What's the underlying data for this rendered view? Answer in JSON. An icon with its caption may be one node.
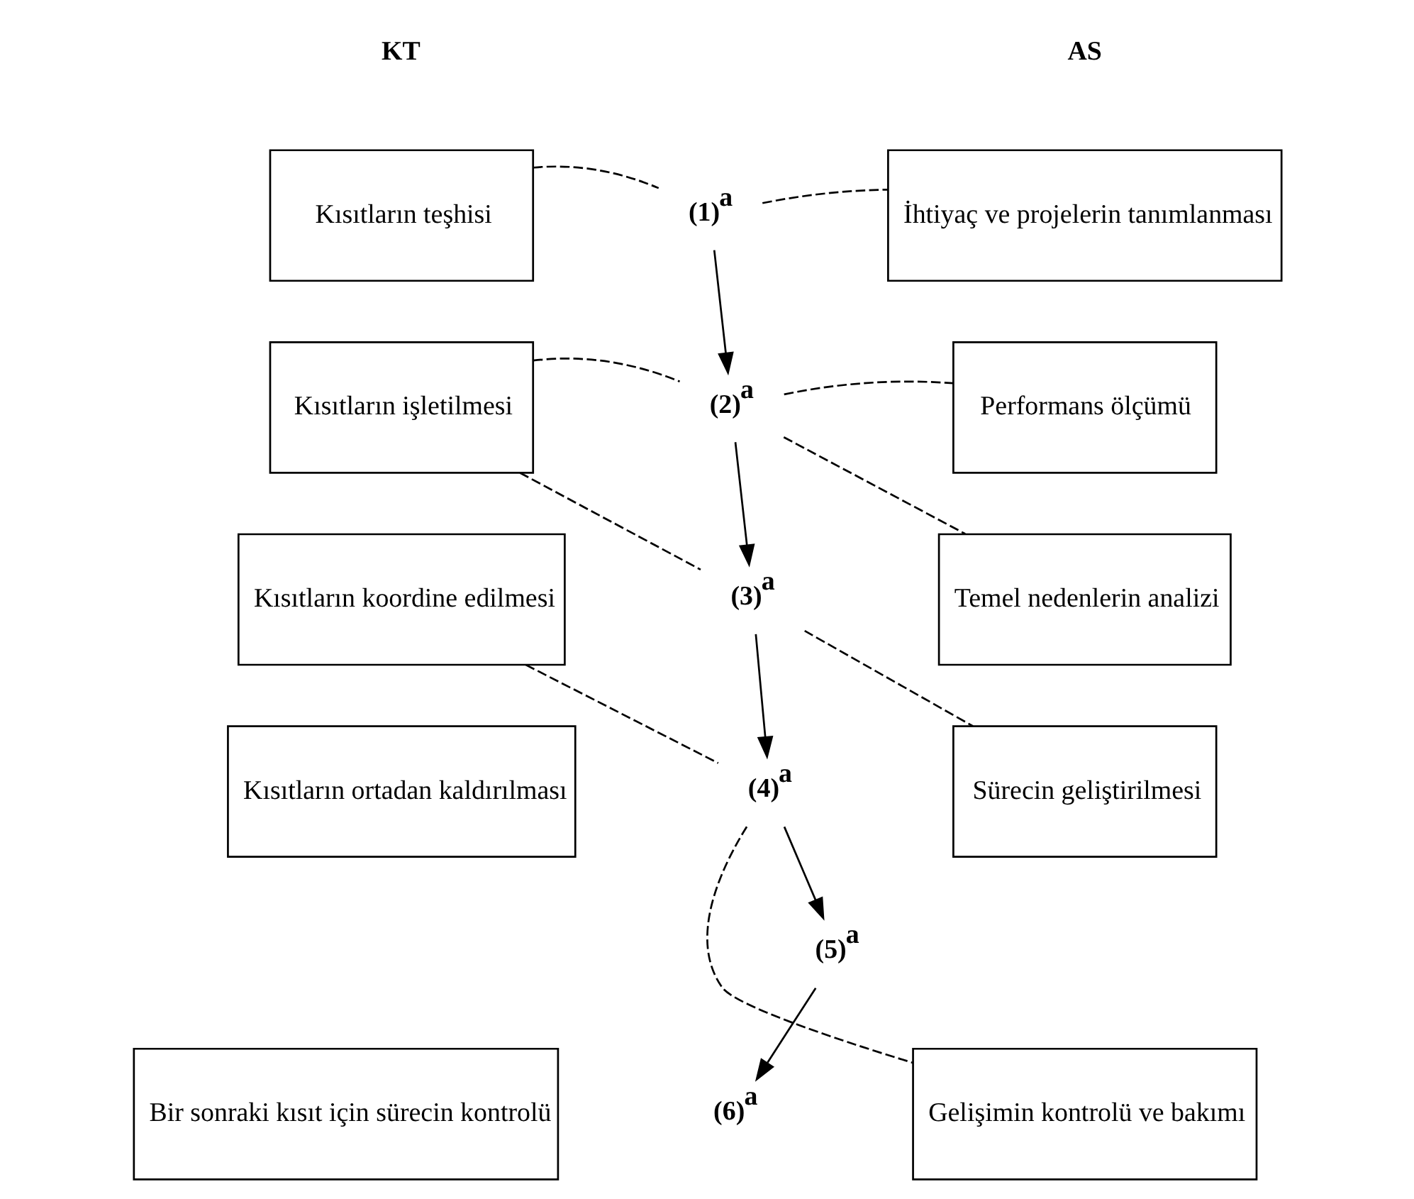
{
  "diagram": {
    "nodes": [
      {
        "text": [
          "Kısıtların teşhisi"
        ]
      },
      {
        "text": [
          "Kısıtların işletilmesi"
        ]
      },
      {
        "text": [
          "Kısıtların koordine edilmesi"
        ]
      },
      {
        "text": [
          "Kısıtların ortadan kaldırılması"
        ]
      },
      {
        "text": [
          "Bir sonraki kısıt için sürecin kontrolü"
        ]
      },
      {
        "text": [
          "İhtiyaç ve projelerin tanımlanması"
        ]
      },
      {
        "text": [
          "Performans ölçümü"
        ]
      },
      {
        "text": [
          "Temel nedenlerin analizi"
        ]
      },
      {
        "text": [
          "Sürecin geliştirilmesi"
        ]
      },
      {
        "text": [
          "Gelişimin kontrolü ve bakımı"
        ]
      },
      {
        "text": [
          "(1)$^{a}$"
        ]
      },
      {
        "text": [
          "(2)$^{a}$"
        ]
      },
      {
        "text": [
          "(3)$^{a}$"
        ]
      },
      {
        "text": [
          "(4)$^{a}$"
        ]
      },
      {
        "text": [
          "(5)$^{a}$"
        ]
      },
      {
        "text": [
          "(6)$^{a}$"
        ]
      }
    ],
    "edges": [
      {
        "from": 0,
        "to": 10,
        "arrow": "none",
        "style": "dashed"
      },
      {
        "from": 10,
        "to": 5,
        "arrow": "none",
        "style": "dashed"
      },
      {
        "from": 10,
        "to": 11,
        "arrow": "to"
      },
      {
        "from": 1,
        "to": 11,
        "arrow": "none",
        "style": "dashed"
      },
      {
        "from": 11,
        "to": 6,
        "arrow": "none",
        "style": "dashed"
      },
      {
        "from": 1,
        "to": 12,
        "arrow": "none",
        "style": "dashed"
      },
      {
        "from": 11,
        "to": 7,
        "arrow": "none",
        "style": "dashed"
      },
      {
        "from": 11,
        "to": 12,
        "arrow": "to"
      },
      {
        "from": 12,
        "to": 8,
        "arrow": "none",
        "style": "dashed"
      },
      {
        "from": 12,
        "to": 13,
        "arrow": "to"
      },
      {
        "from": 2,
        "to": 13,
        "arrow": "none",
        "style": "dashed"
      },
      {
        "from": 13,
        "to": 9,
        "arrow": "none",
        "style": "dashed"
      },
      {
        "from": 13,
        "to": 14,
        "arrow": "to"
      },
      {
        "from": 14,
        "to": 15,
        "arrow": "to"
      }
    ],
    "labels": [
      "KT",
      "AS"
    ]
  }
}
